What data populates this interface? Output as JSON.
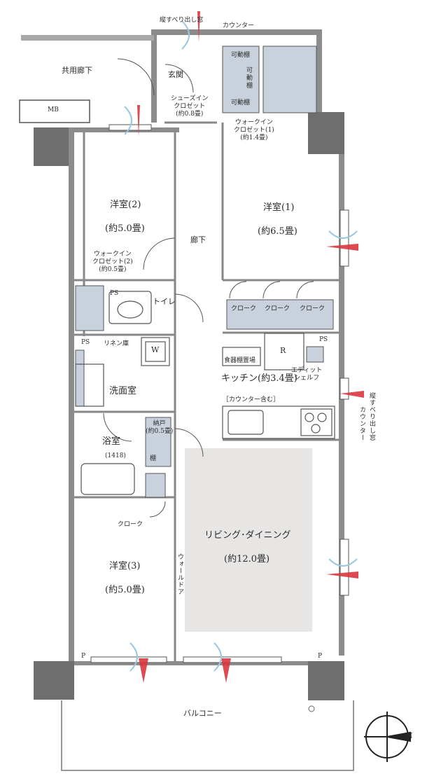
{
  "colors": {
    "wall": "#8c8c8c",
    "column": "#6e6e6e",
    "storage": "#c9d2dc",
    "living_floor": "#e7e6e5",
    "wind_red": "#d9363e",
    "wind_blue": "#9bc6e0"
  },
  "labels": {
    "corridor": "共用廊下",
    "mb": "MB",
    "top_window": "縦すべり出し窓",
    "counter_top": "カウンター",
    "entrance": "玄関",
    "shelf_a": "可動棚",
    "shelf_b": "可動棚",
    "shelf_c": "可\n動\n棚",
    "shoes_closet": "シューズイン\nクロゼット\n(約0.8畳)",
    "wic1": "ウォークイン\nクロゼット(1)\n(約1.4畳)",
    "room2": "洋室(2)",
    "room2_size": "(約5.0畳)",
    "room1": "洋室(1)",
    "room1_size": "(約6.5畳)",
    "hallway": "廊下",
    "wic2": "ウォークイン\nクロゼット(2)\n(約0.5畳)",
    "ps1": "PS",
    "toilet": "トイレ",
    "closet_a": "クローク",
    "closet_b": "クローク",
    "closet_c": "クローク",
    "ps2": "PS",
    "linen": "リネン庫",
    "w": "W",
    "r": "R",
    "ps3": "PS",
    "dish": "食器棚置場",
    "edit_shelf": "エディット\nシェルフ",
    "washroom": "洗面室",
    "kitchen": "キッチン(約3.4畳)",
    "counter_incl": "［カウンター含む］",
    "side_window": "縦すべり出し窓",
    "counter_side": "カウンター",
    "storage": "納戸\n(約0.5畳)",
    "bath": "浴室",
    "bath_size": "(1418)",
    "shelf_d": "棚",
    "closet_d": "クローク",
    "living": "リビング･ダイニング",
    "living_size": "(約12.0畳)",
    "room3": "洋室(3)",
    "room3_size": "(約5.0畳)",
    "wall_door": "ウォールドア",
    "p_left": "P",
    "p_right": "P",
    "balcony": "バルコニー",
    "north": "N"
  }
}
